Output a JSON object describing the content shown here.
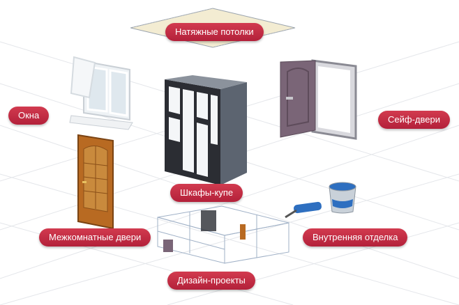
{
  "categories": {
    "ceilings": "Натяжные потолки",
    "windows": "Окна",
    "safe_doors": "Сейф-двери",
    "wardrobes": "Шкафы-купе",
    "interior_doors": "Межкомнатные двери",
    "finishing": "Внутренняя отделка",
    "design": "Дизайн-проекты"
  },
  "colors": {
    "accent": "#c22a42",
    "label_text": "#ffffff"
  },
  "icons": [
    "ceiling-icon",
    "window-icon",
    "safe-door-icon",
    "wardrobe-icon",
    "interior-door-icon",
    "paint-roller-icon",
    "paint-bucket-icon",
    "floor-plan-icon"
  ]
}
